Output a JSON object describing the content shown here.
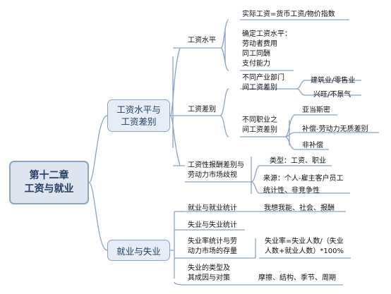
{
  "root": {
    "line1": "第十二章",
    "line2": "工资与就业"
  },
  "branch1": {
    "line1": "工资水平与",
    "line2": "工资差别",
    "children": {
      "wage_level": {
        "label": "工资水平",
        "items": [
          {
            "lines": [
              "实际工资=货币工资/物价指数"
            ]
          },
          {
            "lines": [
              "确定工资水平：",
              "劳动者费用",
              "同工同酬",
              "支付能力"
            ]
          }
        ]
      },
      "wage_diff": {
        "label": "工资差别",
        "industry": {
          "lines": [
            "不同产业部门",
            "间工资差别"
          ],
          "items": [
            "建筑业/零售业",
            "兴旺/不景气"
          ]
        },
        "occupation": {
          "lines": [
            "不同职业之",
            "间工资差别"
          ],
          "items": [
            "亚当斯密",
            "补偿-劳动力无质差别",
            "非补偿"
          ]
        }
      },
      "discrimination": {
        "lines": [
          "工资性报酬差别与",
          "劳动力市场歧视"
        ],
        "items": [
          {
            "lines": [
              "类型：工资、职业"
            ]
          },
          {
            "lines": [
              "来源：个人-雇主客户员工",
              "统计性、非竞争性"
            ]
          }
        ]
      }
    }
  },
  "branch2": {
    "label": "就业与失业",
    "children": [
      {
        "lines": [
          "就业与就业统计"
        ],
        "detail": [
          "我想我能、社会、报酬"
        ]
      },
      {
        "lines": [
          "失业与失业统计"
        ],
        "detail": []
      },
      {
        "lines": [
          "失业率统计与劳",
          "动力市场的存量"
        ],
        "detail": [
          "失业率=失业人数/（失业",
          "人数+就业人数）*100%"
        ]
      },
      {
        "lines": [
          "失业的类型及",
          "其成因与对策"
        ],
        "detail": [
          "摩擦、结构、季节、周期"
        ]
      }
    ]
  },
  "colors": {
    "line": "#8aa3c2",
    "root_fill": "#dde5f0",
    "box_fill": "#e6edf6",
    "box_text": "#253f63"
  }
}
